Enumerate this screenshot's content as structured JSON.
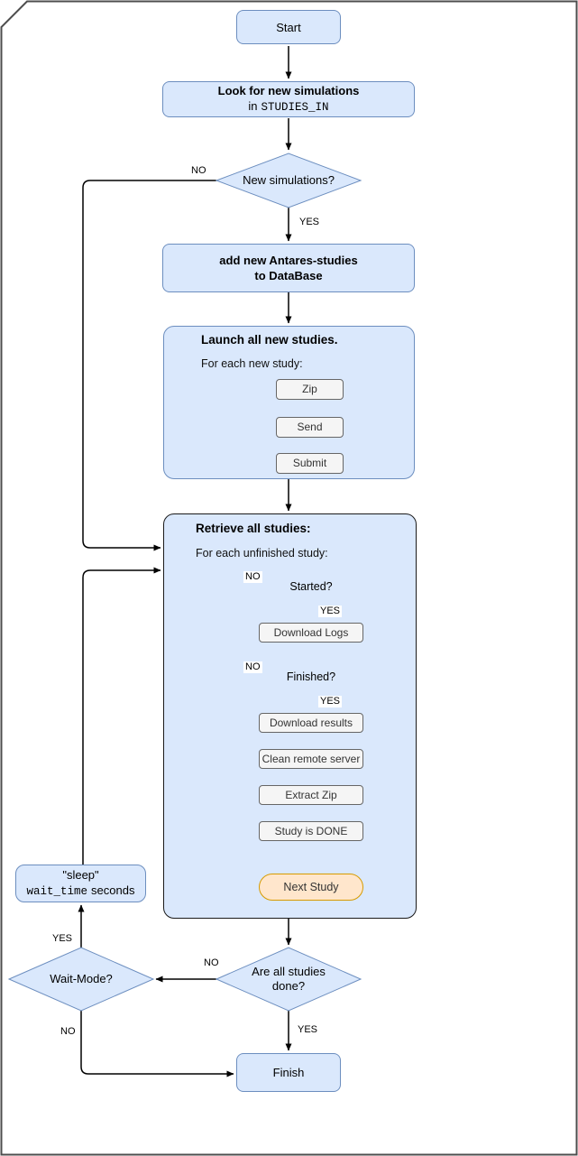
{
  "labels": {
    "yes": "YES",
    "no": "NO"
  },
  "colors": {
    "node_fill": "#dae8fc",
    "node_stroke": "#6c8ebf",
    "step_fill": "#f5f5f5",
    "step_stroke": "#666666",
    "highlight_fill": "#ffe6cc",
    "highlight_stroke": "#d79b00",
    "edge": "#000000"
  },
  "nodes": {
    "start": "Start",
    "look": {
      "title": "Look for new simulations",
      "prefix": "in",
      "code": "STUDIES_IN"
    },
    "new_simulations": "New simulations?",
    "add_db": {
      "line1": "add new Antares-studies",
      "line2": "to DataBase"
    },
    "launch": {
      "title": "Launch all new studies.",
      "subtitle": "For each new study:",
      "steps": [
        "Zip",
        "Send",
        "Submit"
      ]
    },
    "retrieve": {
      "title": "Retrieve all studies:",
      "subtitle": "For each unfinished study:",
      "started": "Started?",
      "download_logs": "Download Logs",
      "finished": "Finished?",
      "download_results": "Download results",
      "clean_server": "Clean remote server",
      "extract_zip": "Extract Zip",
      "study_done": "Study is DONE",
      "next_study": "Next Study"
    },
    "sleep": {
      "line1": "\"sleep\"",
      "code": "wait_time",
      "suffix": "seconds"
    },
    "wait_mode": "Wait-Mode?",
    "all_done": {
      "line1": "Are all studies",
      "line2": "done?"
    },
    "finish": "Finish"
  }
}
